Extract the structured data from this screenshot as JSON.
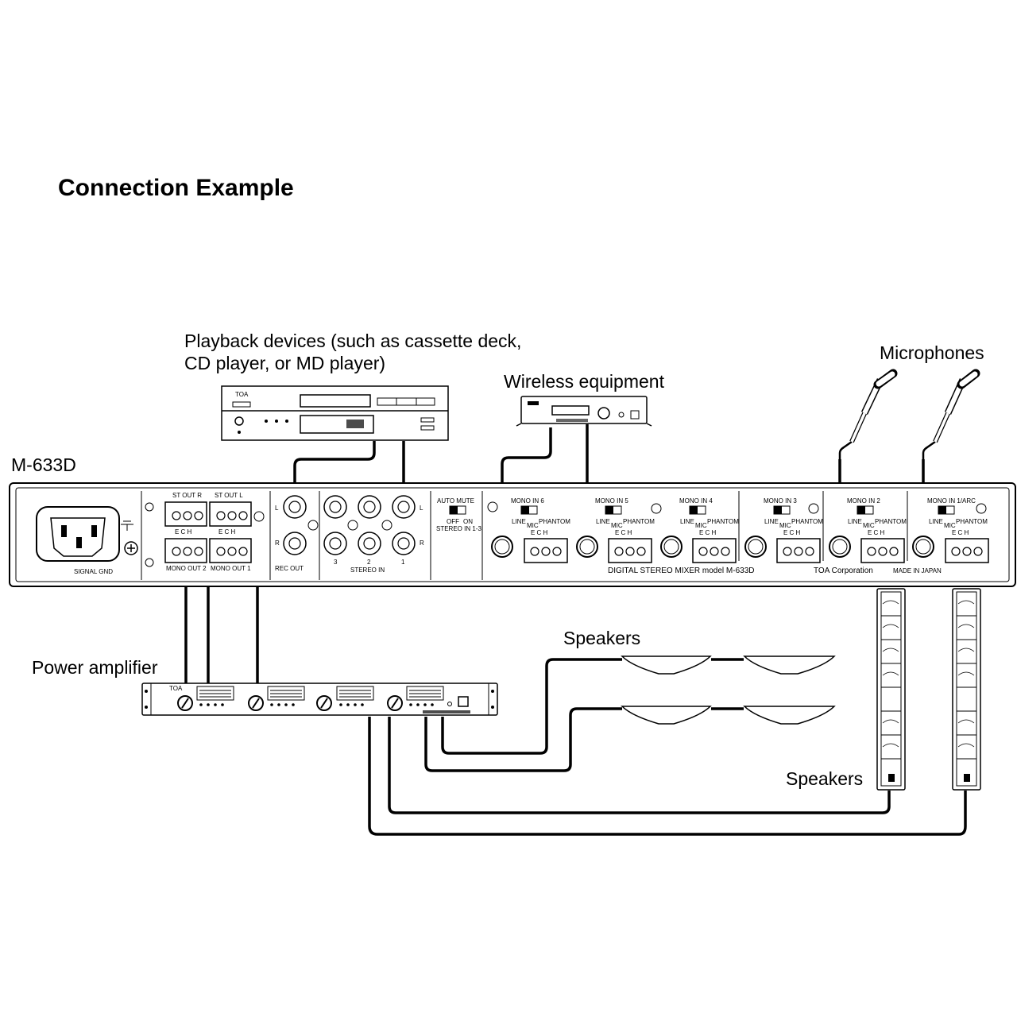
{
  "title": "Connection Example",
  "labels": {
    "playback_line1": "Playback devices (such as cassette deck,",
    "playback_line2": "CD player, or MD player)",
    "wireless": "Wireless equipment",
    "microphones": "Microphones",
    "mixer_model": "M-633D",
    "power_amp": "Power amplifier",
    "speakers_ceiling": "Speakers",
    "speakers_column": "Speakers"
  },
  "mixer_panel": {
    "signal_gnd": "SIGNAL GND",
    "st_out_r": "ST OUT R",
    "st_out_l": "ST OUT L",
    "mono_out_2": "MONO OUT 2",
    "mono_out_1": "MONO OUT 1",
    "terminal_ech": "E C H",
    "rec_out": "REC OUT",
    "l": "L",
    "r": "R",
    "stereo_in": "STEREO IN",
    "stereo_nums": [
      "3",
      "2",
      "1"
    ],
    "auto_mute": "AUTO MUTE",
    "off": "OFF",
    "on": "ON",
    "stereo_in_13": "STEREO IN 1-3",
    "mono_in_6": "MONO IN 6",
    "mono_in_5": "MONO IN 5",
    "mono_in_4": "MONO IN 4",
    "mono_in_3": "MONO IN 3",
    "mono_in_2": "MONO IN 2",
    "mono_in_1": "MONO IN 1/ARC",
    "line": "LINE",
    "mic": "MIC",
    "phantom": "PHANTOM",
    "footer_model": "DIGITAL STEREO MIXER model M-633D",
    "footer_corp": "TOA Corporation",
    "footer_made": "MADE IN JAPAN"
  },
  "brand": "TOA",
  "colors": {
    "ink": "#000000",
    "paper": "#ffffff",
    "panel_fill": "#f7f7f7"
  },
  "icons": [
    "cassette-cd-deck-icon",
    "wireless-receiver-icon",
    "microphone-icon",
    "ceiling-speaker-icon",
    "column-speaker-icon",
    "power-amplifier-icon",
    "ac-inlet-icon",
    "ground-symbol-icon"
  ]
}
